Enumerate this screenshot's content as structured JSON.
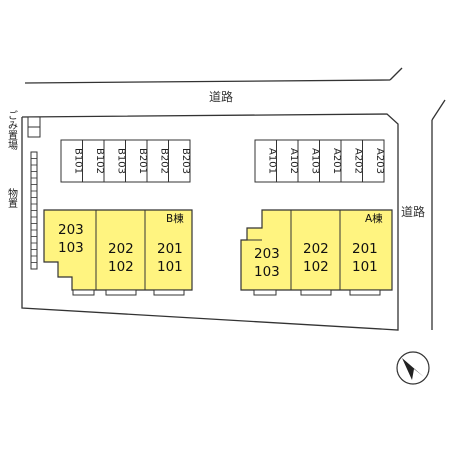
{
  "roads": {
    "top": "道路",
    "right": "道路"
  },
  "side_labels": {
    "garbage": "ごみ置場",
    "storage": "物置"
  },
  "parking_b": [
    "B101",
    "B102",
    "B103",
    "B201",
    "B202",
    "B203"
  ],
  "parking_a": [
    "A101",
    "A102",
    "A103",
    "A201",
    "A202",
    "A203"
  ],
  "building_b": {
    "name": "B棟",
    "units": [
      {
        "upper": "203",
        "lower": "103"
      },
      {
        "upper": "202",
        "lower": "102"
      },
      {
        "upper": "201",
        "lower": "101"
      }
    ]
  },
  "building_a": {
    "name": "A棟",
    "units": [
      {
        "upper": "203",
        "lower": "103"
      },
      {
        "upper": "202",
        "lower": "102"
      },
      {
        "upper": "201",
        "lower": "101"
      }
    ]
  },
  "colors": {
    "building_fill": "#fff480",
    "line": "#333333",
    "background": "#ffffff"
  },
  "icons": {
    "compass": "north-arrow-icon"
  }
}
